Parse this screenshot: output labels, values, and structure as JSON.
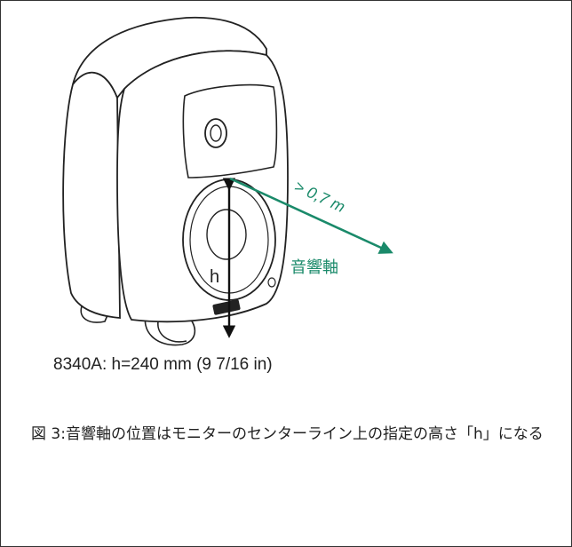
{
  "figure": {
    "height_label": "h",
    "distance_label": "> 0,7 m",
    "axis_label": "音響軸",
    "accent_color": "#1a8a6a"
  },
  "dimension_text": "8340A: h=240 mm (9 7/16 in)",
  "caption": "図 3:音響軸の位置はモニターのセンターライン上の指定の高さ「h」になる"
}
